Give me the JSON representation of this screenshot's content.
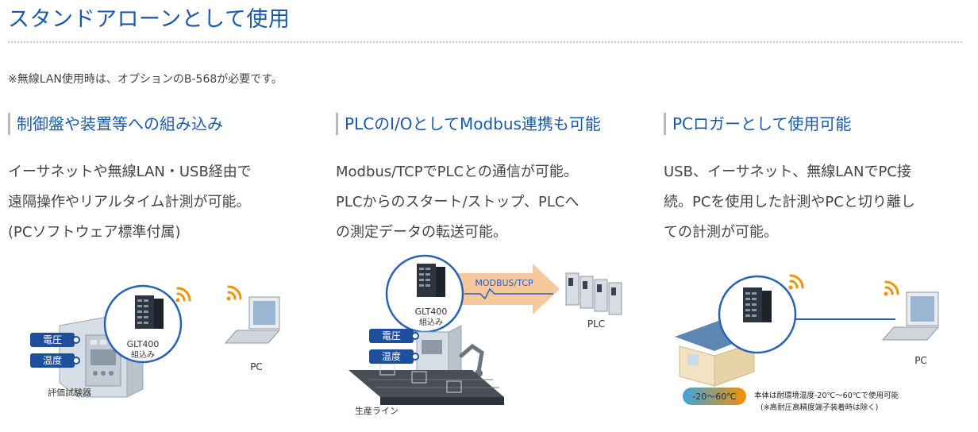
{
  "page": {
    "title": "スタンドアローンとして使用",
    "note": "※無線LAN使用時は、オプションのB-568が必要です。"
  },
  "columns": [
    {
      "heading": "制御盤や装置等への組み込み",
      "lines": [
        "イーサネットや無線LAN・USB経由で",
        "遠隔操作やリアルタイム計測が可能。",
        "(PCソフトウェア標準付属)"
      ]
    },
    {
      "heading": "PLCのI/OとしてModbus連携も可能",
      "lines": [
        "Modbus/TCPでPLCとの通信が可能。",
        "PLCからのスタート/ストップ、PLCへ",
        "の測定データの転送可能。"
      ]
    },
    {
      "heading": "PCロガーとして使用可能",
      "lines": [
        "USB、イーサネット、無線LANでPC接",
        "続。PCを使用した計測やPCと切り離し",
        "ての計測が可能。"
      ]
    }
  ],
  "illustrations": {
    "panel": {
      "tag_voltage": "電圧",
      "tag_temperature": "温度",
      "device_label_1": "GLT400",
      "device_label_2": "組込み",
      "pc_label": "PC",
      "caption": "評価試験器"
    },
    "plc": {
      "device_label_1": "GLT400",
      "device_label_2": "組込み",
      "protocol": "MODBUS/TCP",
      "plc_label": "PLC",
      "tag_voltage": "電圧",
      "tag_temperature": "温度",
      "caption": "生産ライン"
    },
    "logger": {
      "pc_label": "PC",
      "temp_range": "-20〜60℃",
      "temp_note_1": "本体は耐環境温度-20℃〜60℃で使用可能",
      "temp_note_2": "(※高耐圧高精度端子装着時は除く)"
    }
  },
  "colors": {
    "title": "#1a5aa8",
    "tag_bg": "#1d4f9c",
    "wifi": "#f39200",
    "arrow": "#f7c89c",
    "link_line": "#2a62b5"
  }
}
